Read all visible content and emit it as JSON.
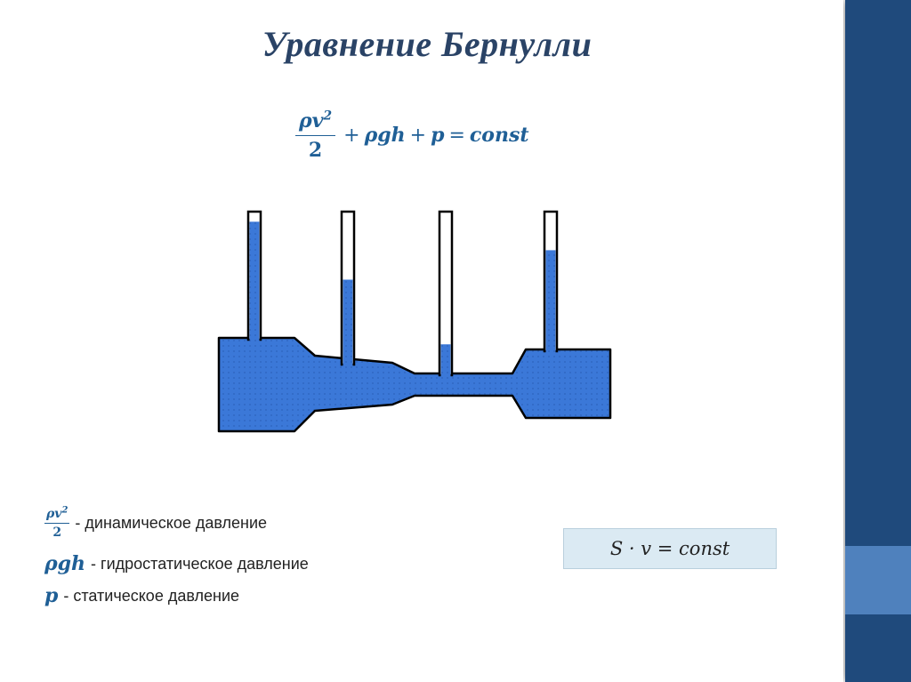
{
  "title": "Уравнение Бернулли",
  "equation": {
    "numerator": "ρv",
    "numerator_sup": "2",
    "denominator": "2",
    "plus1": "+",
    "term2": "ρgh",
    "plus2": "+",
    "term3": "p",
    "equals": "=",
    "rhs": "const"
  },
  "legend": {
    "dynamic": {
      "symbol_num": "ρv",
      "symbol_sup": "2",
      "symbol_den": "2",
      "text": "- динамическое давление"
    },
    "hydrostatic": {
      "symbol": "ρgh",
      "text": "- гидростатическое давление"
    },
    "static": {
      "symbol": "p",
      "text": "- статическое давление"
    }
  },
  "continuity": "S · v = const",
  "diagram": {
    "fluid_color": "#3b78d8",
    "tube_levels": [
      0.92,
      0.55,
      0.18,
      0.72
    ]
  },
  "colors": {
    "title": "#2a4366",
    "accent": "#1f5f96",
    "side_band": "#1f4a7c",
    "side_accent": "#4f81bd",
    "box_bg": "#dbeaf3"
  }
}
